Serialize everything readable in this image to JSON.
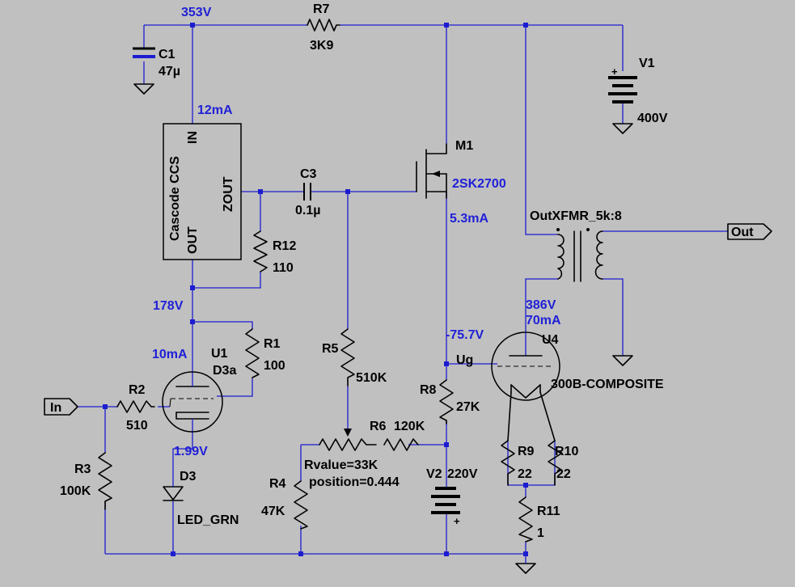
{
  "colors": {
    "background": "#c0c0c0",
    "wire": "#1c1cd0",
    "symbol": "#000000",
    "net_label": "#2020d8"
  },
  "nets": {
    "v353": "353V",
    "i12": "12mA",
    "v178": "178V",
    "i10": "10mA",
    "v199": "1.99V",
    "i53": "5.3mA",
    "v757": "-75.7V",
    "v386": "386V",
    "i70": "70mA"
  },
  "components": {
    "c1": {
      "ref": "C1",
      "value": "47µ"
    },
    "r7": {
      "ref": "R7",
      "value": "3K9"
    },
    "v1": {
      "ref": "V1",
      "value": "400V"
    },
    "m1": {
      "ref": "M1",
      "value": "2SK2700"
    },
    "c3": {
      "ref": "C3",
      "value": "0.1µ"
    },
    "ccs": {
      "in_pin": "IN",
      "name": "Cascode CCS",
      "out_pin": "OUT",
      "zout_pin": "ZOUT"
    },
    "r12": {
      "ref": "R12",
      "value": "110"
    },
    "xfmr": {
      "ref": "OutXFMR_5k:8"
    },
    "out_port": "Out",
    "in_port": "In",
    "u1": {
      "ref": "U1",
      "value": "D3a"
    },
    "r1": {
      "ref": "R1",
      "value": "100"
    },
    "r2": {
      "ref": "R2",
      "value": "510"
    },
    "r3": {
      "ref": "R3",
      "value": "100K"
    },
    "d3": {
      "ref": "D3",
      "value": "LED_GRN"
    },
    "r5": {
      "ref": "R5",
      "value": "510K"
    },
    "r6": {
      "ref": "R6",
      "value": "120K",
      "param1": "Rvalue=33K",
      "param2": "position=0.444"
    },
    "r4": {
      "ref": "R4",
      "value": "47K"
    },
    "r8": {
      "ref": "R8",
      "value": "27K"
    },
    "ug": "Ug",
    "v2": {
      "ref": "V2",
      "value": "220V"
    },
    "u4": {
      "ref": "U4",
      "value": "300B-COMPOSITE"
    },
    "r9": {
      "ref": "R9",
      "value": "22"
    },
    "r10": {
      "ref": "R10",
      "value": "22"
    },
    "r11": {
      "ref": "R11",
      "value": "1"
    },
    "v1_plus": "+",
    "v2_plus": "+"
  }
}
